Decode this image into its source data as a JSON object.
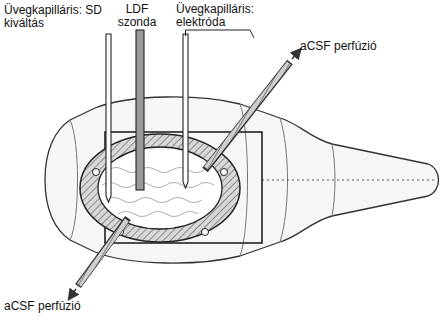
{
  "diagram": {
    "labels": [
      "Üvegkapilláris: SD kiváltás",
      "LDF szonda",
      "Üvegkapilláris: elektróda",
      "aCSF perfúzió",
      "aCSF perfúzió"
    ]
  }
}
